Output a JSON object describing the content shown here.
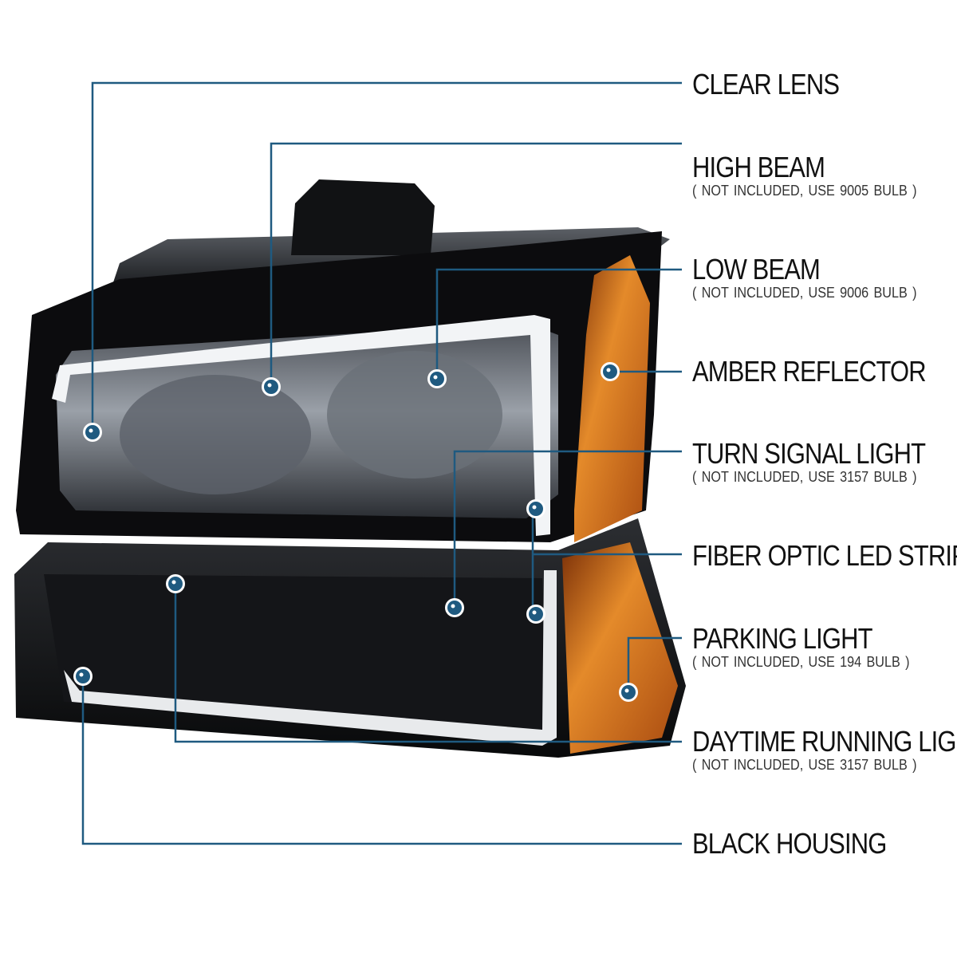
{
  "colors": {
    "leader": "#1f5a80",
    "dot": "#1f5a80",
    "housing": "#0c0c0e",
    "amber": "#d9771a",
    "led": "#f2f4f6",
    "lens": "#8a8e94"
  },
  "callouts": [
    {
      "id": "clear-lens",
      "title": "CLEAR LENS",
      "note": ""
    },
    {
      "id": "high-beam",
      "title": "HIGH BEAM",
      "note": "( NOT INCLUDED, USE  9005  BULB )"
    },
    {
      "id": "low-beam",
      "title": "LOW BEAM",
      "note": "( NOT INCLUDED, USE  9006  BULB )"
    },
    {
      "id": "amber-reflector",
      "title": "AMBER REFLECTOR",
      "note": ""
    },
    {
      "id": "turn-signal-light",
      "title": "TURN SIGNAL LIGHT",
      "note": "( NOT INCLUDED, USE  3157  BULB )"
    },
    {
      "id": "fiber-optic-led-strips",
      "title": "FIBER OPTIC LED STRIPS",
      "note": ""
    },
    {
      "id": "parking-light",
      "title": "PARKING LIGHT",
      "note": "( NOT INCLUDED, USE  194  BULB )"
    },
    {
      "id": "daytime-running-light",
      "title": "DAYTIME RUNNING LIGHT",
      "note": "( NOT INCLUDED, USE  3157  BULB )"
    },
    {
      "id": "black-housing",
      "title": "BLACK HOUSING",
      "note": ""
    }
  ]
}
